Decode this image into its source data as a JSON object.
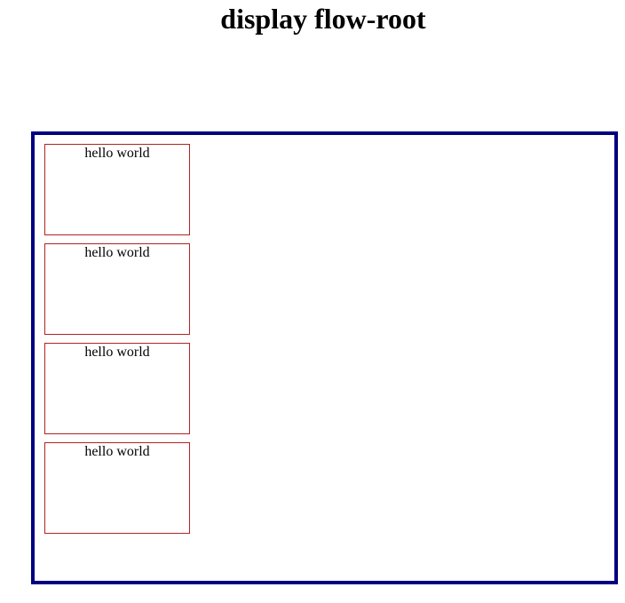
{
  "page": {
    "title": "display flow-root"
  },
  "container": {
    "boxes": [
      {
        "text": "hello world"
      },
      {
        "text": "hello world"
      },
      {
        "text": "hello world"
      },
      {
        "text": "hello world"
      }
    ]
  },
  "colors": {
    "container_border": "#000080",
    "box_border": "#b22222"
  }
}
